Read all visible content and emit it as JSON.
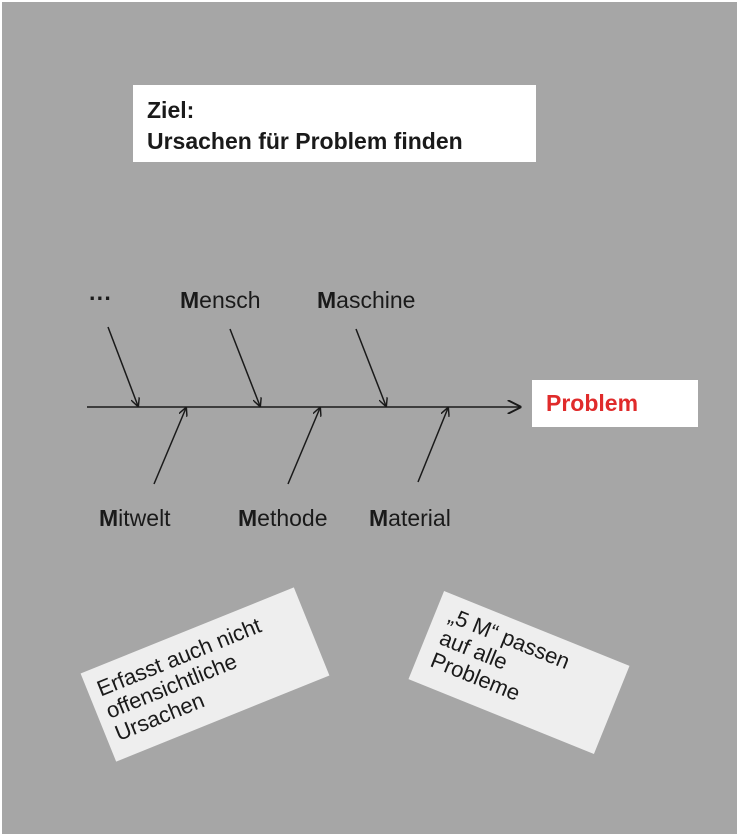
{
  "goal": {
    "line1": "Ziel:",
    "line2": "Ursachen für Problem finden"
  },
  "problem": "Problem",
  "categories_top": [
    {
      "key": "more",
      "initial": "",
      "rest": "···"
    },
    {
      "key": "mensch",
      "initial": "M",
      "rest": "ensch"
    },
    {
      "key": "maschine",
      "initial": "M",
      "rest": "aschine"
    }
  ],
  "categories_bottom": [
    {
      "key": "mitwelt",
      "initial": "M",
      "rest": "itwelt"
    },
    {
      "key": "methode",
      "initial": "M",
      "rest": "ethode"
    },
    {
      "key": "material",
      "initial": "M",
      "rest": "aterial"
    }
  ],
  "notes": {
    "left": [
      "Erfasst auch nicht",
      "offensichtliche",
      "Ursachen"
    ],
    "right": [
      "„5 M“ passen",
      "auf alle",
      "Probleme"
    ]
  },
  "colors": {
    "background": "#a6a6a6",
    "problem_text": "#e02b2b",
    "line": "#1a1a1a"
  }
}
